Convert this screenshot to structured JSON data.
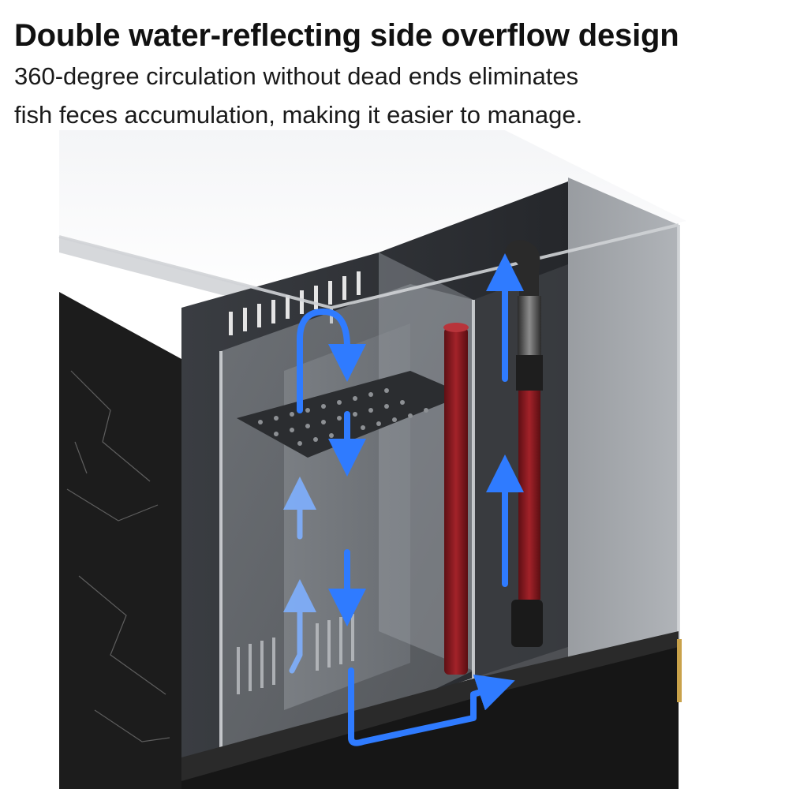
{
  "headline": "Double water-reflecting side overflow design",
  "subline_1": "360-degree circulation without dead ends eliminates",
  "subline_2": "fish feces accumulation, making it easier to manage.",
  "colors": {
    "flow_arrow": "#2f7bff",
    "marble": "#1b1b1b",
    "glass": "#c9ccd0",
    "pipe_red": "#8a1a1f",
    "gold_trim": "#c9a24a"
  },
  "icons": [
    "flow-arrow",
    "water-pump",
    "red-pipe",
    "perforated-filter-tray"
  ]
}
